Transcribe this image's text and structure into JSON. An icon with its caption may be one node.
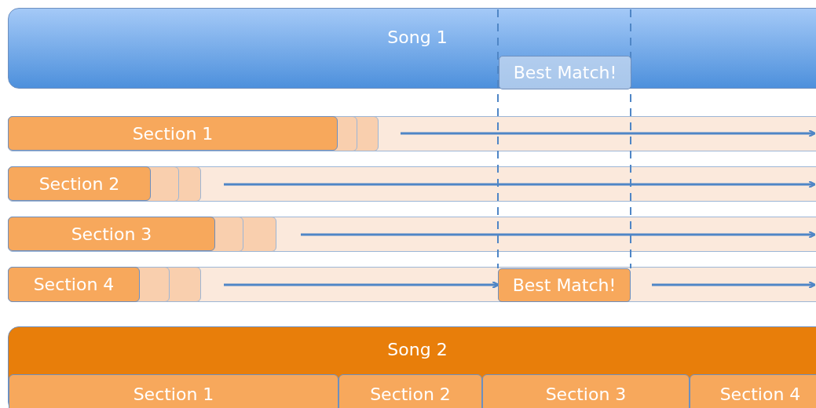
{
  "diagram": {
    "nodes": [
      {
        "text": [
          "Song 1"
        ]
      },
      {
        "text": [
          "Best Match!"
        ],
        "in": 0
      },
      {
        "text": [
          "Section 1"
        ]
      },
      {
        "text": [
          "Section 2"
        ]
      },
      {
        "text": [
          "Section 3"
        ]
      },
      {
        "text": [
          "Section 4"
        ]
      },
      {
        "text": [
          "Best Match!"
        ]
      },
      {
        "text": [
          "Song 2"
        ]
      },
      {
        "text": [
          "Section 1"
        ],
        "in": 7
      },
      {
        "text": [
          "Section 2"
        ],
        "in": 7
      },
      {
        "text": [
          "Section 3"
        ],
        "in": 7
      },
      {
        "text": [
          "Section 4"
        ],
        "in": 7
      }
    ],
    "edges": [
      {
        "from": null,
        "to": 6,
        "arrow": "to"
      },
      {
        "from": 6,
        "to": null,
        "arrow": "to"
      }
    ]
  }
}
